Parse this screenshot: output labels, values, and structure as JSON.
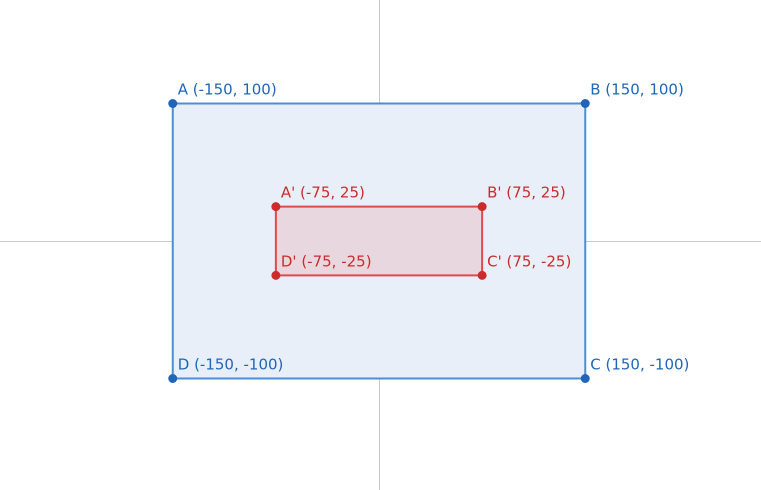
{
  "chart_data": {
    "type": "diagram",
    "axes": {
      "x_range": [
        -275,
        275
      ],
      "y_range": [
        -177,
        177
      ],
      "color": "#c8c8c8"
    },
    "shapes": [
      {
        "id": "outer",
        "color": "#4a8fd6",
        "point_color": "#1f66b8",
        "fill": "#e8eff9",
        "vertices": [
          {
            "label": "A (-150, 100)",
            "x": -150,
            "y": 100
          },
          {
            "label": "B (150, 100)",
            "x": 150,
            "y": 100
          },
          {
            "label": "C (150, -100)",
            "x": 150,
            "y": -100
          },
          {
            "label": "D (-150, -100)",
            "x": -150,
            "y": -100
          }
        ]
      },
      {
        "id": "inner",
        "color": "#e14a4a",
        "point_color": "#cc2b2b",
        "fill": "#e9d7df",
        "vertices": [
          {
            "label": "A' (-75, 25)",
            "x": -75,
            "y": 25
          },
          {
            "label": "B' (75, 25)",
            "x": 75,
            "y": 25
          },
          {
            "label": "C' (75, -25)",
            "x": 75,
            "y": -25
          },
          {
            "label": "D' (-75, -25)",
            "x": -75,
            "y": -25
          }
        ]
      }
    ]
  }
}
